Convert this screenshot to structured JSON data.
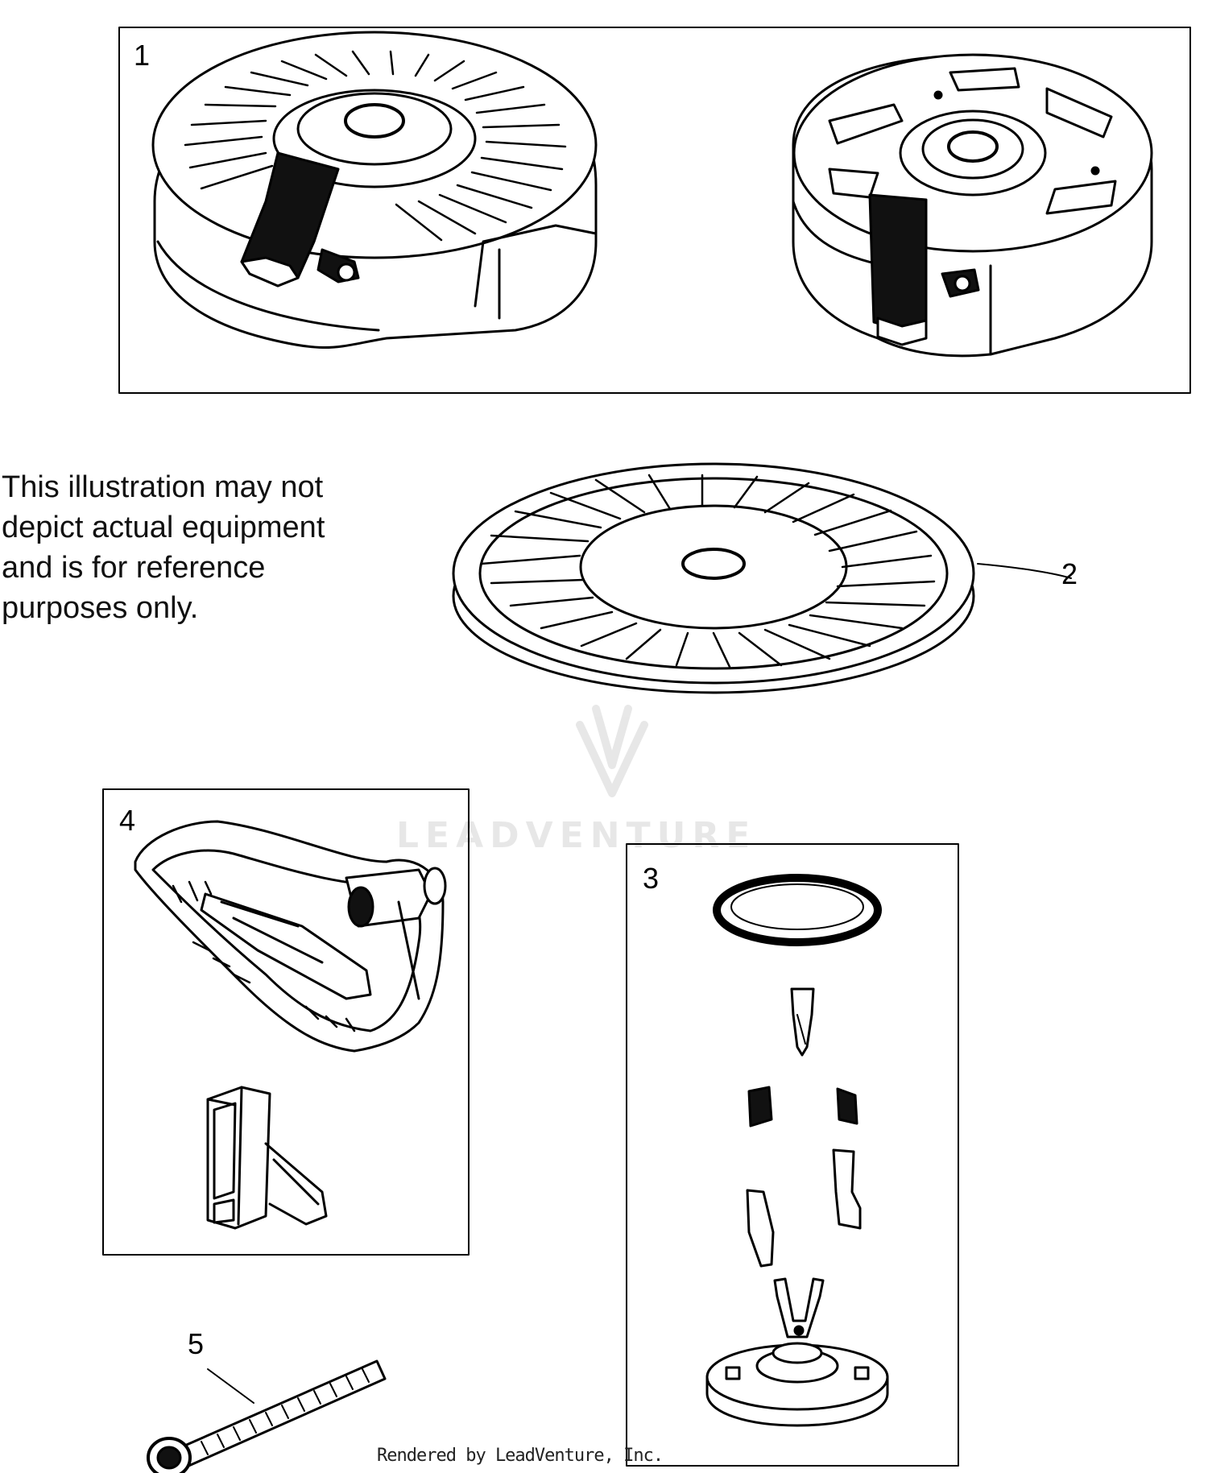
{
  "callouts": {
    "part1": "1",
    "part2": "2",
    "part3": "3",
    "part4": "4",
    "part5": "5"
  },
  "disclaimer": {
    "line1": "This illustration may not",
    "line2": "depict actual equipment",
    "line3": "and is for reference",
    "line4": "purposes only."
  },
  "footer": "Rendered by LeadVenture, Inc.",
  "watermark": "LEADVENTURE",
  "colors": {
    "ink": "#000000",
    "background": "#ffffff"
  }
}
